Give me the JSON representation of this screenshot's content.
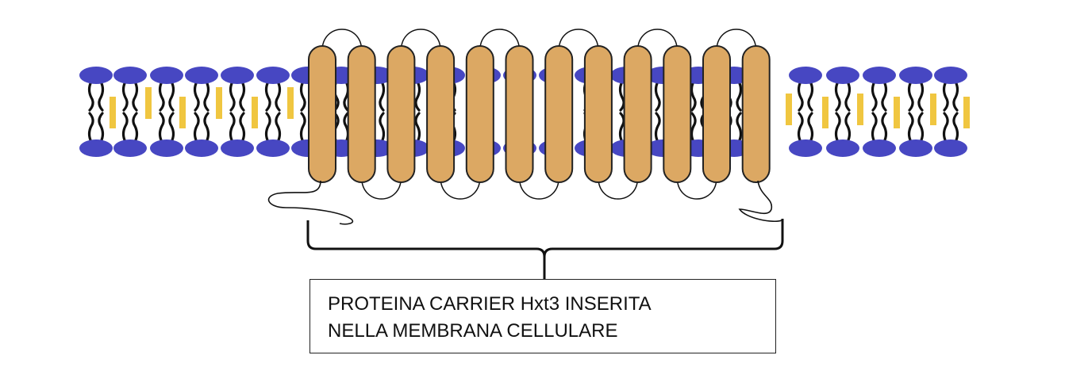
{
  "colors": {
    "head": "#4747c2",
    "tail": "#111111",
    "cholesterol": "#f0c640",
    "helix_fill": "#dca863",
    "helix_stroke": "#222222",
    "outline": "#111111"
  },
  "membrane": {
    "helix_count": 12,
    "left_lipid_count": 6,
    "right_lipid_count": 5
  },
  "icons": {
    "helix": "transmembrane-helix",
    "lipid": "phospholipid",
    "cholesterol": "cholesterol-bar",
    "brace": "curly-brace"
  },
  "caption": {
    "line1": "PROTEINA CARRIER Hxt3 INSERITA",
    "line2": "NELLA MEMBRANA CELLULARE"
  }
}
